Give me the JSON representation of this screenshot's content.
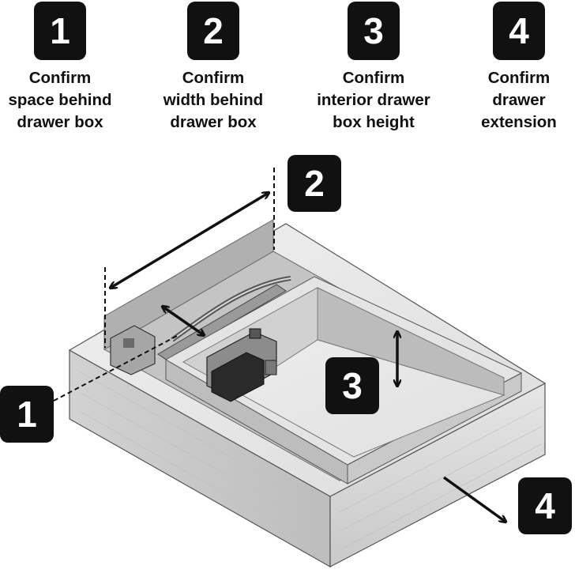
{
  "steps": [
    {
      "number": "1",
      "caption": "Confirm\nspace behind\ndrawer box"
    },
    {
      "number": "2",
      "caption": "Confirm\nwidth behind\ndrawer box"
    },
    {
      "number": "3",
      "caption": "Confirm\ninterior drawer\nbox height"
    },
    {
      "number": "4",
      "caption": "Confirm\ndrawer\nextension"
    }
  ],
  "callouts": {
    "c1": "1",
    "c2": "2",
    "c3": "3",
    "c4": "4"
  },
  "colors": {
    "badge": "#111111",
    "badge_text": "#ffffff",
    "text": "#111111"
  }
}
